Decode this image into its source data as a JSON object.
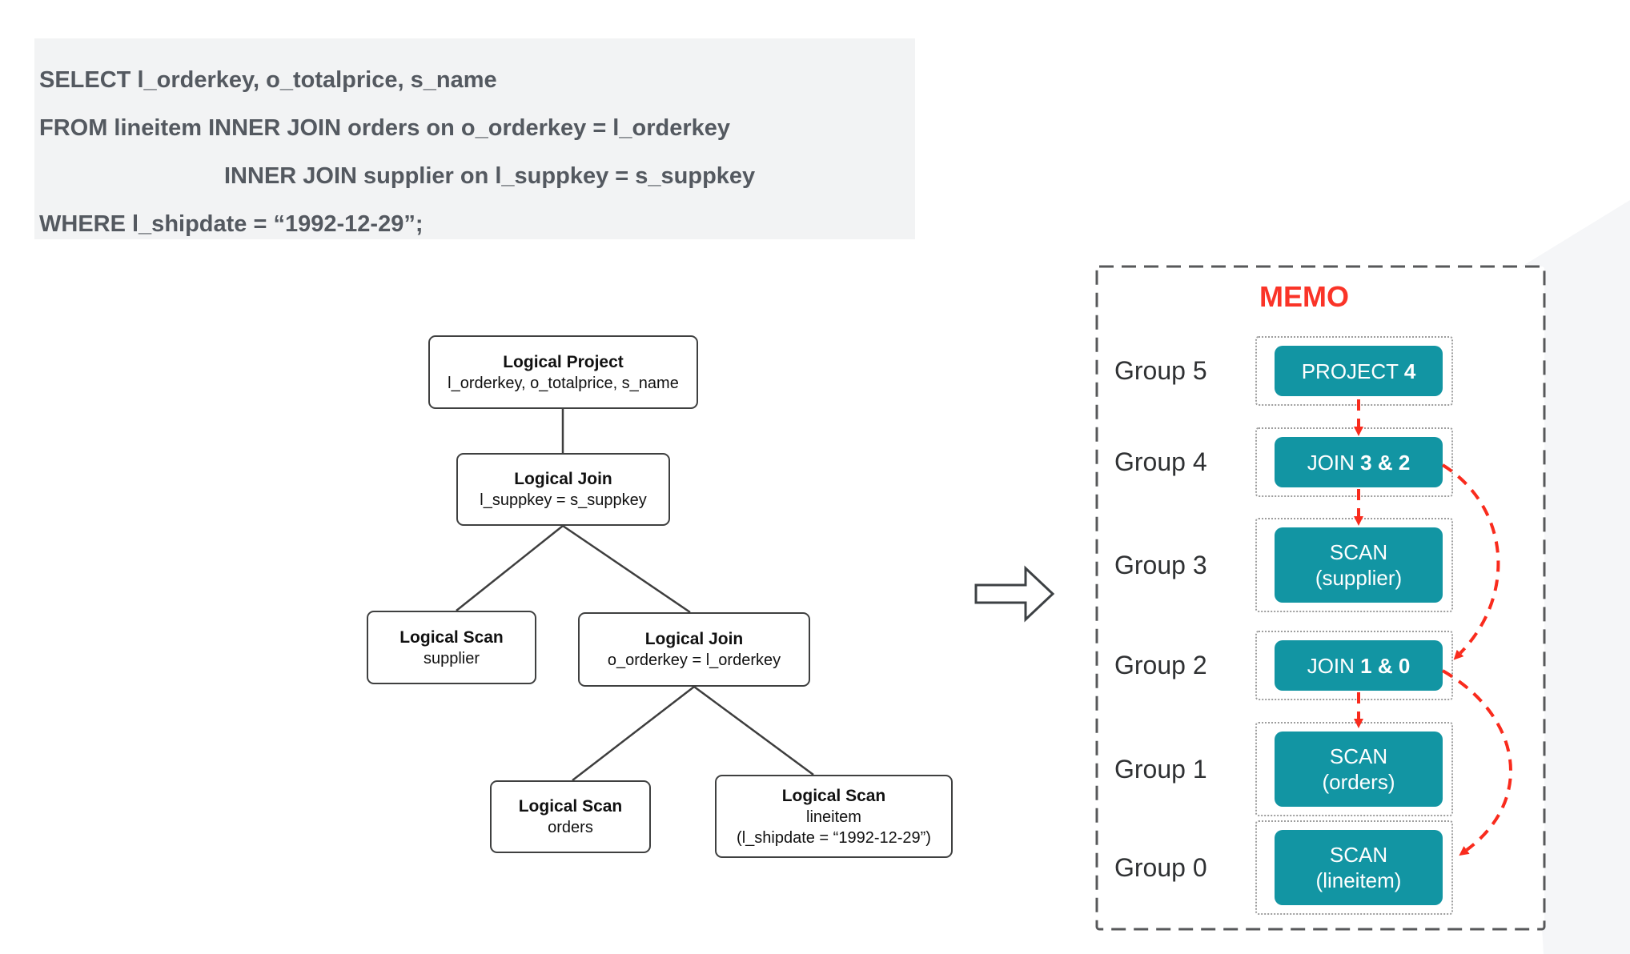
{
  "sql_query": {
    "lines": [
      "SELECT l_orderkey, o_totalprice, s_name",
      "FROM lineitem INNER JOIN orders on o_orderkey = l_orderkey",
      "INNER JOIN supplier on l_suppkey = s_suppkey",
      "WHERE l_shipdate = “1992-12-29”;"
    ]
  },
  "plan_tree": {
    "nodes": {
      "project": {
        "title": "Logical Project",
        "sub": "l_orderkey, o_totalprice, s_name"
      },
      "join_upper": {
        "title": "Logical Join",
        "sub": "l_suppkey = s_suppkey"
      },
      "scan_supplier": {
        "title": "Logical Scan",
        "sub": "supplier"
      },
      "join_lower": {
        "title": "Logical Join",
        "sub": "o_orderkey = l_orderkey"
      },
      "scan_orders": {
        "title": "Logical Scan",
        "sub": "orders"
      },
      "scan_lineitem": {
        "title": "Logical Scan",
        "sub": "lineitem",
        "sub2": "(l_shipdate = “1992-12-29”)"
      }
    }
  },
  "memo": {
    "title": "MEMO",
    "groups": [
      {
        "label": "Group 5",
        "node": {
          "text": "PROJECT ",
          "bold": "4"
        }
      },
      {
        "label": "Group 4",
        "node": {
          "text": "JOIN ",
          "bold": "3 & 2"
        }
      },
      {
        "label": "Group 3",
        "node": {
          "line1": "SCAN",
          "line2": "(supplier)"
        }
      },
      {
        "label": "Group 2",
        "node": {
          "text": "JOIN ",
          "bold": "1 & 0"
        }
      },
      {
        "label": "Group 1",
        "node": {
          "line1": "SCAN",
          "line2": "(orders)"
        }
      },
      {
        "label": "Group 0",
        "node": {
          "line1": "SCAN",
          "line2": "(lineitem)"
        }
      }
    ]
  },
  "colors": {
    "teal_node": "#1295a3",
    "memo_title_red": "#fa3428",
    "arrow_red": "#f92b1d",
    "sql_panel_bg": "#f2f3f4",
    "sql_text": "#545960"
  }
}
